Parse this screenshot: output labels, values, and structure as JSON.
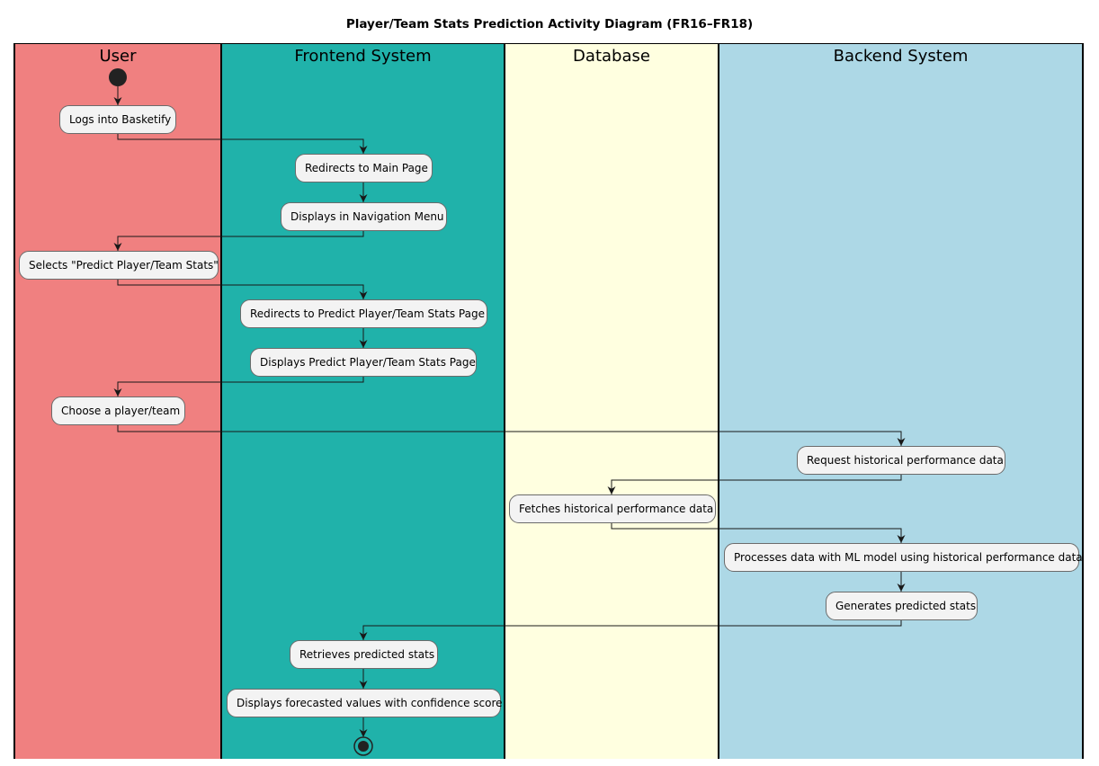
{
  "title": "Player/Team Stats Prediction Activity Diagram (FR16–FR18)",
  "lanes": [
    {
      "name": "User",
      "color": "#f08080"
    },
    {
      "name": "Frontend System",
      "color": "#20b2aa"
    },
    {
      "name": "Database",
      "color": "#ffffe0"
    },
    {
      "name": "Backend System",
      "color": "#add8e6"
    }
  ],
  "actions": [
    {
      "id": "login",
      "lane": "User",
      "label": "Logs into Basketify"
    },
    {
      "id": "redirect_main",
      "lane": "Frontend System",
      "label": "Redirects to Main Page"
    },
    {
      "id": "display_nav",
      "lane": "Frontend System",
      "label": "Displays in Navigation Menu"
    },
    {
      "id": "select_predict",
      "lane": "User",
      "label": "Selects \"Predict Player/Team Stats\""
    },
    {
      "id": "redirect_predict",
      "lane": "Frontend System",
      "label": "Redirects to Predict Player/Team Stats Page"
    },
    {
      "id": "display_predict",
      "lane": "Frontend System",
      "label": "Displays Predict Player/Team Stats Page"
    },
    {
      "id": "choose",
      "lane": "User",
      "label": "Choose a player/team"
    },
    {
      "id": "request_hist",
      "lane": "Backend System",
      "label": "Request historical performance data"
    },
    {
      "id": "fetch_hist",
      "lane": "Database",
      "label": "Fetches historical performance data"
    },
    {
      "id": "process_ml",
      "lane": "Backend System",
      "label": "Processes data with ML model using historical performance data"
    },
    {
      "id": "generate",
      "lane": "Backend System",
      "label": "Generates predicted stats"
    },
    {
      "id": "retrieve",
      "lane": "Frontend System",
      "label": "Retrieves predicted stats"
    },
    {
      "id": "display_forecast",
      "lane": "Frontend System",
      "label": "Displays forecasted values with confidence score"
    }
  ],
  "flow": [
    [
      "start",
      "login"
    ],
    [
      "login",
      "redirect_main"
    ],
    [
      "redirect_main",
      "display_nav"
    ],
    [
      "display_nav",
      "select_predict"
    ],
    [
      "select_predict",
      "redirect_predict"
    ],
    [
      "redirect_predict",
      "display_predict"
    ],
    [
      "display_predict",
      "choose"
    ],
    [
      "choose",
      "request_hist"
    ],
    [
      "request_hist",
      "fetch_hist"
    ],
    [
      "fetch_hist",
      "process_ml"
    ],
    [
      "process_ml",
      "generate"
    ],
    [
      "generate",
      "retrieve"
    ],
    [
      "retrieve",
      "display_forecast"
    ],
    [
      "display_forecast",
      "end"
    ]
  ]
}
